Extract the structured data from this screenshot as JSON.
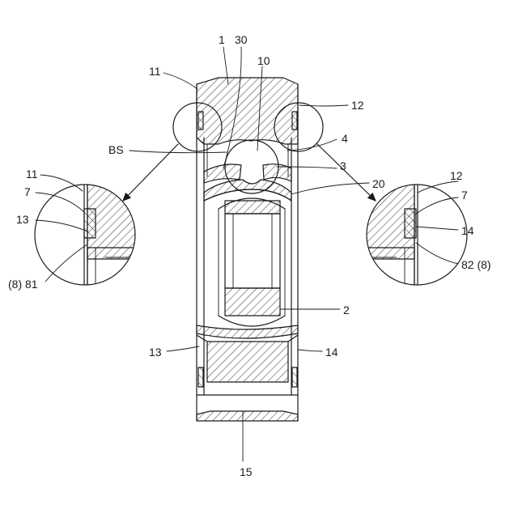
{
  "labels": {
    "l1": "1",
    "l30": "30",
    "l10": "10",
    "l11": "11",
    "l12": "12",
    "lBS": "BS",
    "l4": "4",
    "l3": "3",
    "l20": "20",
    "l2": "2",
    "l13": "13",
    "l14": "14",
    "l15": "15",
    "d_l11": "11",
    "d_l7": "7",
    "d_l13": "13",
    "d_l81": "(8) 81",
    "d_r12": "12",
    "d_r7": "7",
    "d_r14": "14",
    "d_r82": "82 (8)"
  }
}
